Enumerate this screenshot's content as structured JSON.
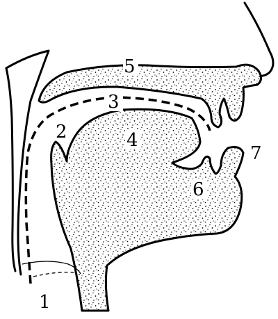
{
  "figure": {
    "labels": {
      "l1": "1",
      "l2": "2",
      "l3": "3",
      "l4": "4",
      "l5": "5",
      "l6": "6",
      "l7": "7"
    }
  }
}
